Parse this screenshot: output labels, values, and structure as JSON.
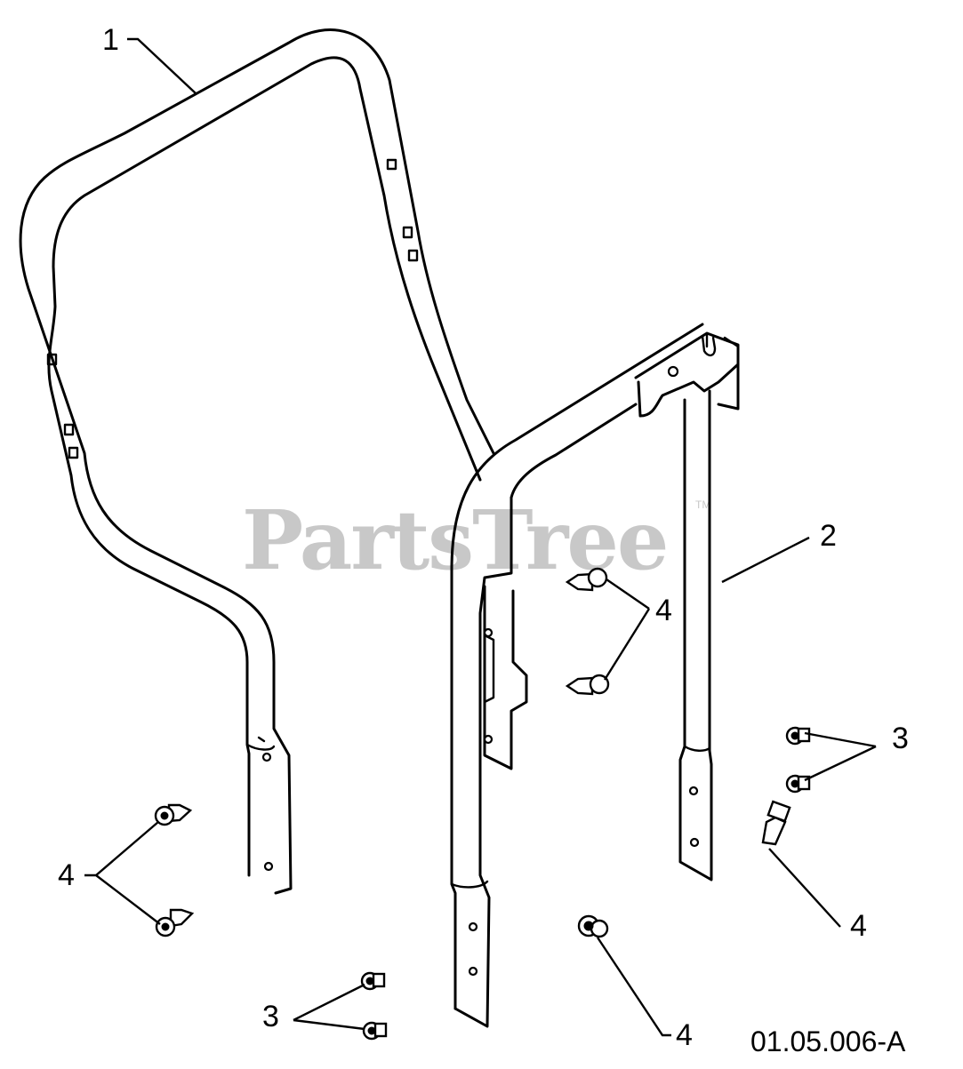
{
  "callouts": {
    "c1": "1",
    "c2": "2",
    "c3a": "3",
    "c3b": "3",
    "c4a": "4",
    "c4b": "4",
    "c4c": "4",
    "c4d": "4"
  },
  "figure_id": "01.05.006-A",
  "watermark": {
    "text": "PartsTree",
    "tm": "TM"
  },
  "colors": {
    "line": "#000000",
    "watermark": "#c8c8c8",
    "background": "#ffffff"
  }
}
